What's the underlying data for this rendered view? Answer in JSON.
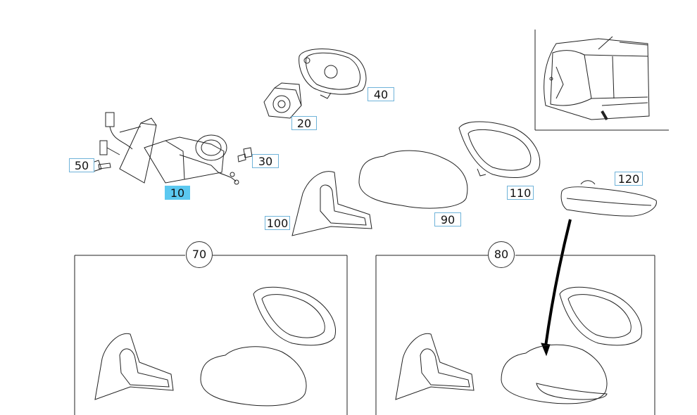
{
  "callouts": {
    "c10": "10",
    "c20": "20",
    "c30": "30",
    "c40": "40",
    "c50": "50",
    "c70": "70",
    "c80": "80",
    "c90": "90",
    "c100": "100",
    "c110": "110",
    "c120": "120"
  },
  "selected_callout": "10",
  "colors": {
    "selected_fill": "#5bc8f0",
    "callout_border": "#6fb3d9",
    "line": "#222222"
  },
  "icons": [
    "mirror-assembly",
    "mirror-motor",
    "mirror-glass-carrier",
    "mounting-screw",
    "mirror-base",
    "mirror-housing-cover",
    "mirror-frame",
    "turn-signal-lamp",
    "vehicle-location-view"
  ]
}
